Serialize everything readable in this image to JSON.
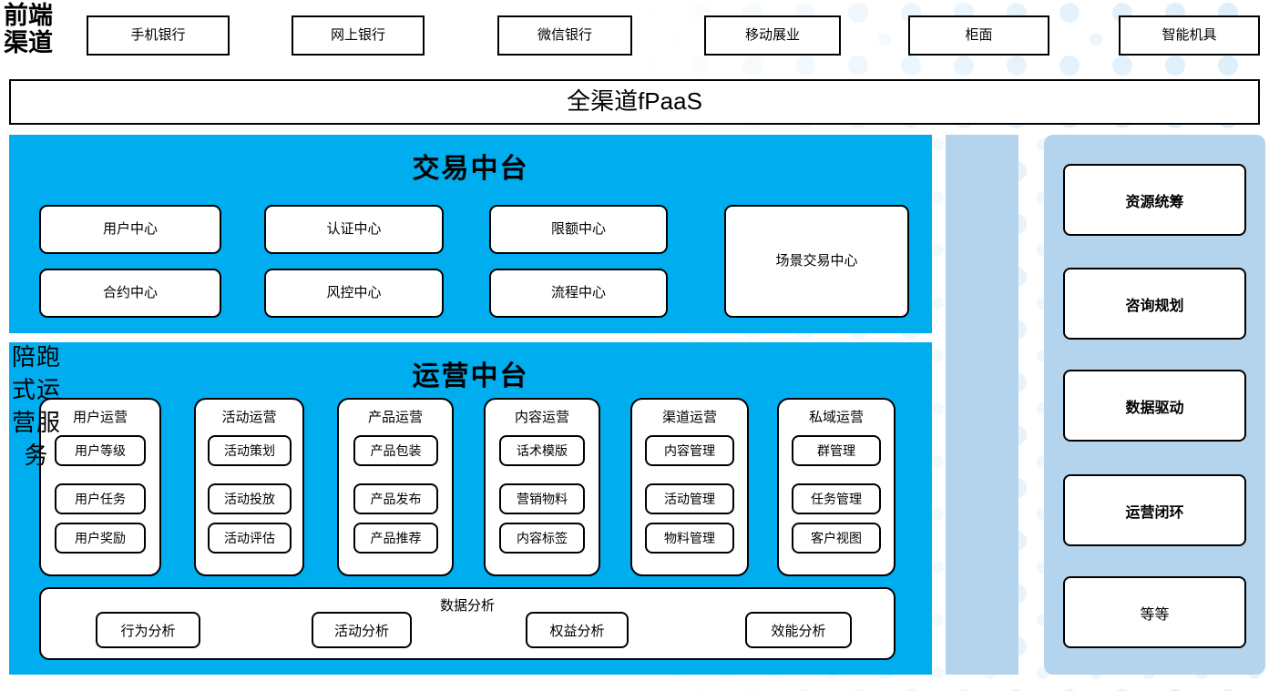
{
  "colors": {
    "accent_blue": "#00AEF0",
    "light_blue": "#B4D4ED",
    "dot_blue": "#DCEEFB",
    "box_border": "#000000",
    "box_fill": "#FFFFFF"
  },
  "front_channel": {
    "label": "前端\n渠道",
    "label_line1": "前端",
    "label_line2": "渠道",
    "items": [
      {
        "label": "手机银行"
      },
      {
        "label": "网上银行"
      },
      {
        "label": "微信银行"
      },
      {
        "label": "移动展业"
      },
      {
        "label": "柜面"
      },
      {
        "label": "智能机具"
      }
    ]
  },
  "fpaas": {
    "label": "全渠道fPaaS"
  },
  "trade_platform": {
    "title": "交易中台",
    "items": [
      {
        "label": "用户中心"
      },
      {
        "label": "认证中心"
      },
      {
        "label": "限额中心"
      },
      {
        "label": "合约中心"
      },
      {
        "label": "风控中心"
      },
      {
        "label": "流程中心"
      }
    ],
    "scene_box": {
      "label": "场景交易中心"
    }
  },
  "ops_platform": {
    "title": "运营中台",
    "columns": [
      {
        "title": "用户运营",
        "items": [
          "用户等级",
          "用户任务",
          "用户奖励"
        ]
      },
      {
        "title": "活动运营",
        "items": [
          "活动策划",
          "活动投放",
          "活动评估"
        ]
      },
      {
        "title": "产品运营",
        "items": [
          "产品包装",
          "产品发布",
          "产品推荐"
        ]
      },
      {
        "title": "内容运营",
        "items": [
          "话术模版",
          "营销物料",
          "内容标签"
        ]
      },
      {
        "title": "渠道运营",
        "items": [
          "内容管理",
          "活动管理",
          "物料管理"
        ]
      },
      {
        "title": "私域运营",
        "items": [
          "群管理",
          "任务管理",
          "客户视图"
        ]
      }
    ],
    "analysis": {
      "title": "数据分析",
      "items": [
        "行为分析",
        "活动分析",
        "权益分析",
        "效能分析"
      ]
    }
  },
  "service_column": {
    "label": "陪跑式运营服务",
    "lines": [
      "陪跑",
      "式运",
      "营服",
      "务"
    ]
  },
  "value_column": {
    "items": [
      {
        "label": "资源统筹",
        "bold": true
      },
      {
        "label": "咨询规划",
        "bold": true
      },
      {
        "label": "数据驱动",
        "bold": true
      },
      {
        "label": "运营闭环",
        "bold": true
      },
      {
        "label": "等等",
        "bold": false
      }
    ]
  }
}
